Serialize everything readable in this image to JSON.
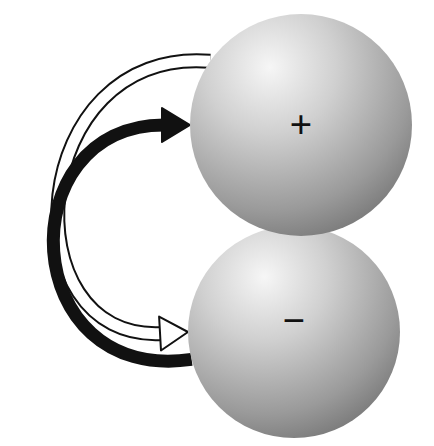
{
  "diagram": {
    "nodes": [
      {
        "text": [
          "+"
        ]
      },
      {
        "text": [
          "−"
        ]
      }
    ],
    "edges": [
      {
        "from": 1,
        "to": 0,
        "arrow": "to"
      },
      {
        "from": 0,
        "to": 1,
        "arrow": "to"
      }
    ]
  }
}
